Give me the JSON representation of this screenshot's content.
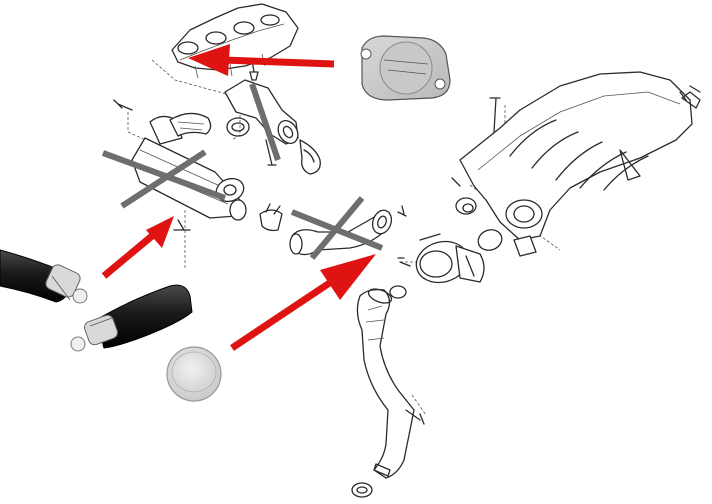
{
  "colors": {
    "arrow": "#e01313",
    "cross": "#6e6e6e",
    "line_art": "#2b2b2b",
    "hose": "#1a1a1a",
    "blanking_plate": "#b9b9b9",
    "blanking_cap": "#c9c9c9",
    "clamp": "#d9d9d9"
  },
  "components": [
    {
      "name": "exhaust-manifold"
    },
    {
      "name": "egr-cooler",
      "crossed_out": true
    },
    {
      "name": "egr-pipe",
      "crossed_out": true
    },
    {
      "name": "egr-elbow-pipe",
      "crossed_out": true
    },
    {
      "name": "throttle-valve"
    },
    {
      "name": "intake-manifold"
    },
    {
      "name": "intake-boot"
    },
    {
      "name": "blanking-plate"
    },
    {
      "name": "coolant-hose-with-clamps"
    },
    {
      "name": "blanking-cap"
    }
  ],
  "arrows": [
    {
      "from": "blanking-plate",
      "to": "exhaust-manifold"
    },
    {
      "from": "coolant-hose-with-clamps",
      "to": "egr-cooler"
    },
    {
      "from": "blanking-cap",
      "to": "throttle-valve"
    }
  ]
}
